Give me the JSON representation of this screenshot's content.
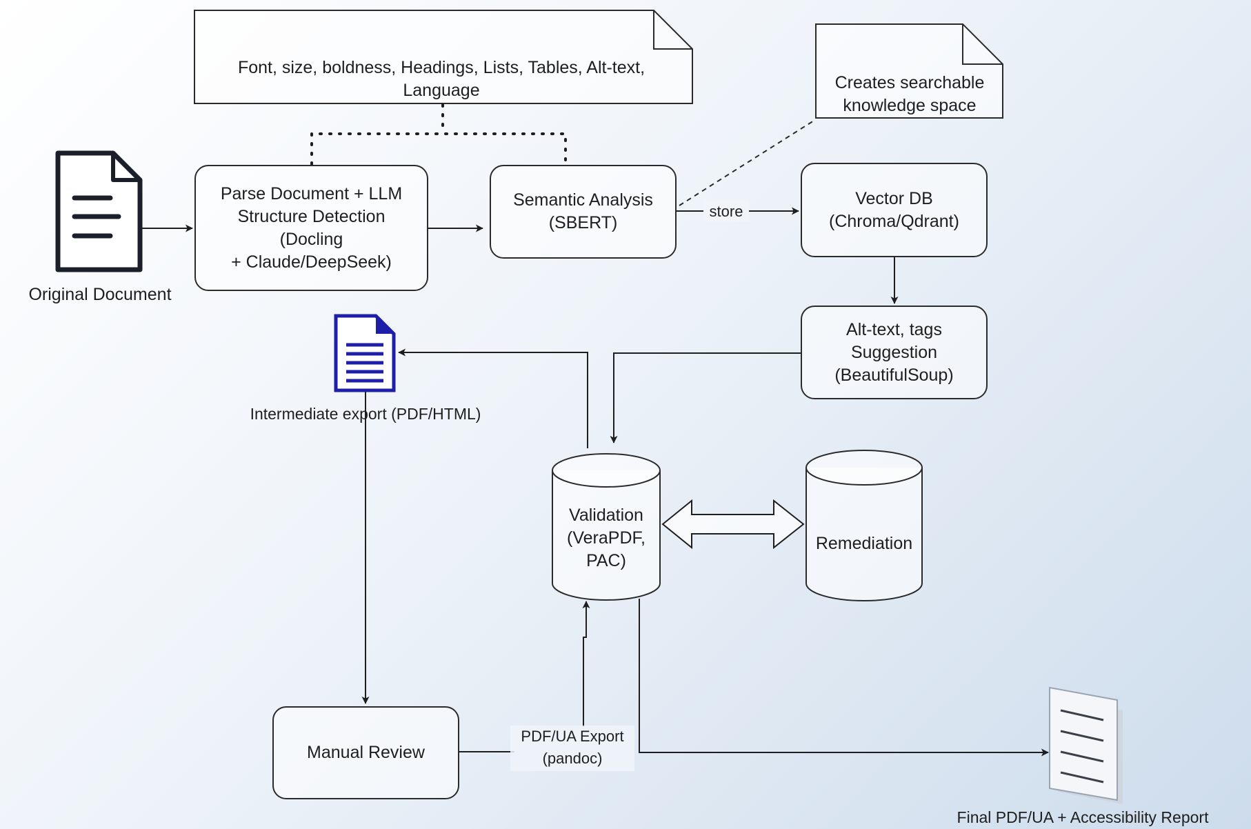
{
  "notes": {
    "features": "Font, size, boldness, Headings, Lists, Tables, Alt-text,\nLanguage",
    "knowledge": "Creates searchable\nknowledge space"
  },
  "nodes": {
    "original_document": "Original Document",
    "parse": "Parse Document + LLM\nStructure Detection\n(Docling\n+ Claude/DeepSeek)",
    "semantic": "Semantic Analysis\n(SBERT)",
    "vector_db": "Vector DB\n(Chroma/Qdrant)",
    "alt_text": "Alt-text, tags\nSuggestion\n(BeautifulSoup)",
    "intermediate_export": "Intermediate export (PDF/HTML)",
    "validation": "Validation\n(VeraPDF,\nPAC)",
    "remediation": "Remediation",
    "manual_review": "Manual Review",
    "final_report": "Final PDF/UA + Accessibility Report"
  },
  "edges": {
    "store": "store",
    "pdfua_export": "PDF/UA Export\n(pandoc)"
  },
  "colors": {
    "stroke": "#2a2a2a",
    "doc_icon_blue": "#1d1fa8",
    "doc_icon_dark": "#1b1f2a"
  },
  "icons": {
    "original_document": "document-icon",
    "intermediate_export": "blue-document-icon",
    "final_report": "report-document-icon"
  }
}
